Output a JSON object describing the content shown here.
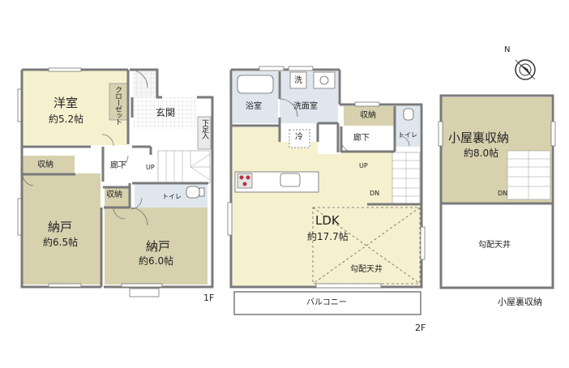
{
  "floor1": {
    "label": "1F",
    "rooms": {
      "youshitsu": {
        "name": "洋室",
        "area": "約5.2帖"
      },
      "closet": {
        "name": "クローゼット"
      },
      "genkan": {
        "name": "玄関"
      },
      "getabako": {
        "name": "下足入"
      },
      "storage_left": {
        "name": "収納"
      },
      "storage_mid": {
        "name": "収納"
      },
      "hallway": {
        "name": "廊下"
      },
      "toilet": {
        "name": "トイレ"
      },
      "nando1": {
        "name": "納戸",
        "area": "約6.5帖"
      },
      "nando2": {
        "name": "納戸",
        "area": "約6.0帖"
      }
    },
    "stairs": {
      "up": "UP"
    }
  },
  "floor2": {
    "label": "2F",
    "rooms": {
      "bath": {
        "name": "浴室"
      },
      "washroom": {
        "name": "洗面室"
      },
      "wash": {
        "name": "洗"
      },
      "fridge": {
        "name": "冷"
      },
      "storage": {
        "name": "収納"
      },
      "hallway": {
        "name": "廊下"
      },
      "toilet": {
        "name": "トイレ"
      },
      "ldk": {
        "name": "LDK",
        "area": "約17.7帖"
      },
      "slope": {
        "name": "勾配天井"
      },
      "balcony": {
        "name": "バルコニー"
      }
    },
    "stairs": {
      "up": "UP",
      "dn": "DN"
    }
  },
  "attic": {
    "label": "小屋裏収納",
    "rooms": {
      "storage": {
        "name": "小屋裏収納",
        "area": "約8.0帖"
      },
      "slope": {
        "name": "勾配天井"
      }
    },
    "stairs": {
      "dn": "DN"
    }
  },
  "compass": {
    "north": "N"
  },
  "colors": {
    "wall": "#7a7a7a",
    "room_tan": "#d7d1ae",
    "room_light": "#f5f1cf",
    "wet_area": "#dfe6ee",
    "floor_white": "#ffffff",
    "sink": "#3a8bd0"
  }
}
